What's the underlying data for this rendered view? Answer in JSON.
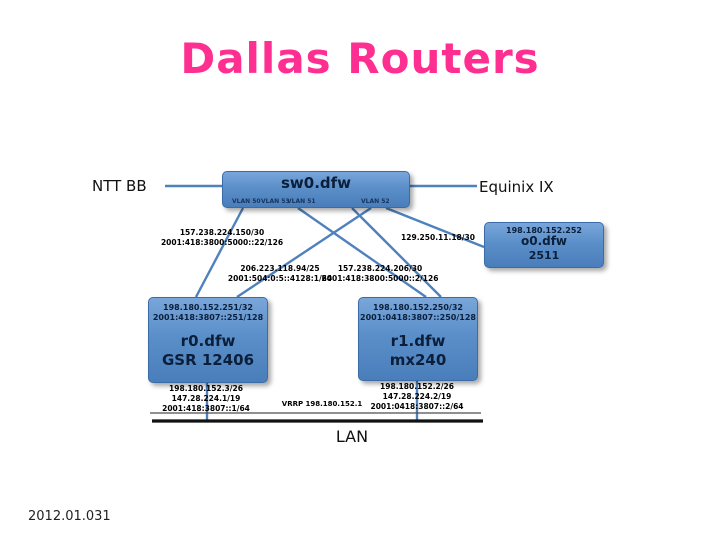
{
  "slide": {
    "title": "Dallas Routers",
    "footer": "2012.01.031"
  },
  "colors": {
    "title_pink": "#ff2f92",
    "box_fill_top": "#79a6da",
    "box_fill_bottom": "#4a7ebb",
    "box_border": "#3c6ca8",
    "link_line": "#4f81bd",
    "lan_bus": "#111111"
  },
  "labels": {
    "ntt": "NTT BB",
    "equinix": "Equinix IX",
    "lan": "LAN",
    "vrrp": "VRRP 198.180.152.1"
  },
  "nodes": {
    "sw0": {
      "name": "sw0.dfw",
      "vlans": [
        "VLAN 50",
        "VLAN 53",
        "VLAN 51",
        "VLAN 52"
      ]
    },
    "o0": {
      "ip": "198.180.152.252",
      "name": "o0.dfw",
      "model": "2511"
    },
    "r0": {
      "ip4": "198.180.152.251/32",
      "ip6": "2001:418:3807::251/128",
      "name": "r0.dfw",
      "model": "GSR 12406",
      "lan": [
        "198.180.152.3/26",
        "147.28.224.1/19",
        "2001:418:3807::1/64"
      ]
    },
    "r1": {
      "ip4": "198.180.152.250/32",
      "ip6": "2001:0418:3807::250/128",
      "name": "r1.dfw",
      "model": "mx240",
      "lan": [
        "198.180.152.2/26",
        "147.28.224.2/19",
        "2001:0418:3807::2/64"
      ]
    }
  },
  "links": {
    "ntt_r0": {
      "ip4": "157.238.224.150/30",
      "ip6": "2001:418:3800:5000::22/126"
    },
    "o0_link": {
      "ip4": "129.250.11.18/30"
    },
    "ix_r0": {
      "ip4": "206.223.118.94/25",
      "ip6": "2001:504:0:5::4128:1/64"
    },
    "ntt_r1": {
      "ip4": "157.238.224.206/30",
      "ip6": "2001:418:3800:5000::2/126"
    }
  }
}
